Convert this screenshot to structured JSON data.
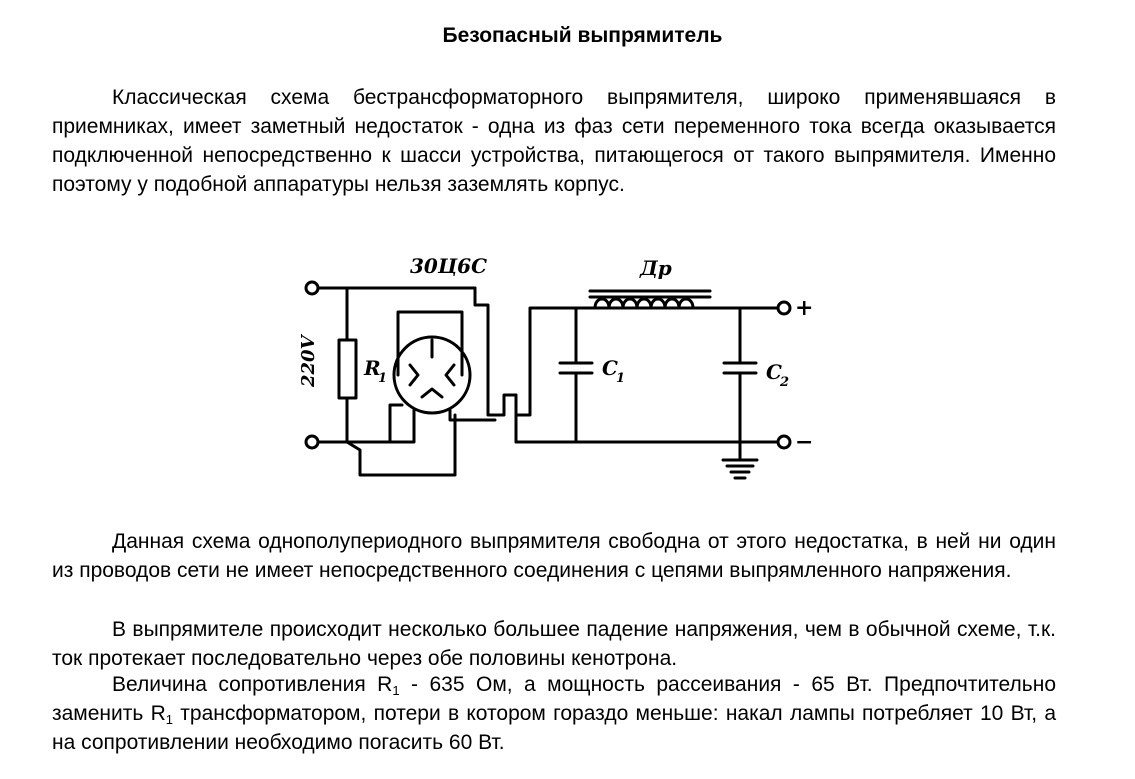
{
  "title": "Безопасный выпрямитель",
  "para1": "Классическая схема бестрансформаторного выпрямителя, широко применявшаяся в приемниках, имеет заметный недостаток - одна из фаз сети переменного тока всегда оказывается подключенной непосредственно к шасси устройства, питающегося от такого выпрямителя. Именно поэтому у подобной аппаратуры нельзя заземлять корпус.",
  "schematic": {
    "tube_label": "30Ц6С",
    "choke_label": "Др",
    "voltage_label": "220V",
    "resistor_label": "R",
    "resistor_sub": "1",
    "cap1_label": "C",
    "cap1_sub": "1",
    "cap2_label": "C",
    "cap2_sub": "2",
    "plus_label": "+",
    "minus_label": "−"
  },
  "para2": "Данная схема однополупериодного выпрямителя свободна от этого недостатка, в ней ни один из проводов сети не имеет непосредственного соединения с цепями выпрямленного напряжения.",
  "para3": "В выпрямителе происходит несколько большее падение напряжения, чем в обычной схеме, т.к. ток протекает последовательно через обе половины кенотрона.",
  "para4": {
    "t1": "Величина сопротивления R",
    "s1": "1",
    "t2": " - 635 Ом, а мощность рассеивания - 65 Вт. Предпочтительно заменить R",
    "s2": "1",
    "t3": " трансформатором, потери в котором гораздо меньше: накал лампы потребляет 10 Вт, а на сопротивлении необходимо погасить 60 Вт."
  }
}
